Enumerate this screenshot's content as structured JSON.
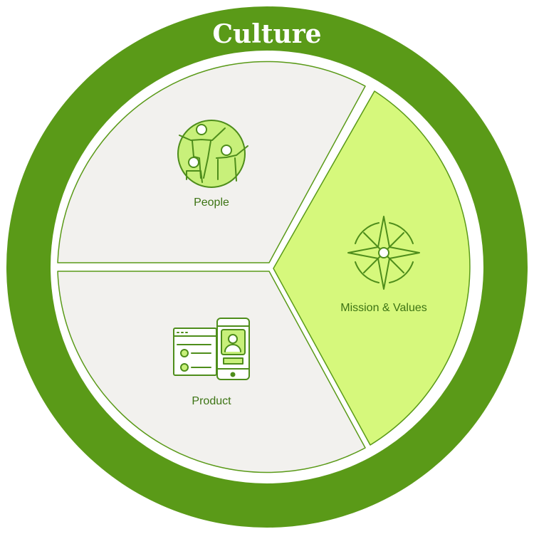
{
  "title": "Culture",
  "segments": [
    {
      "label": "People",
      "icon": "people-group-icon"
    },
    {
      "label": "Mission & Values",
      "icon": "compass-rose-icon"
    },
    {
      "label": "Product",
      "icon": "product-screens-icon"
    }
  ],
  "colors": {
    "ring": "#5a9a18",
    "neutral_fill": "#f2f1ee",
    "highlight_fill": "#d6f87c",
    "icon_stroke": "#4e8d1b",
    "icon_fill": "#c8f07a",
    "label_text": "#3d7414",
    "title_text": "#ffffff"
  }
}
